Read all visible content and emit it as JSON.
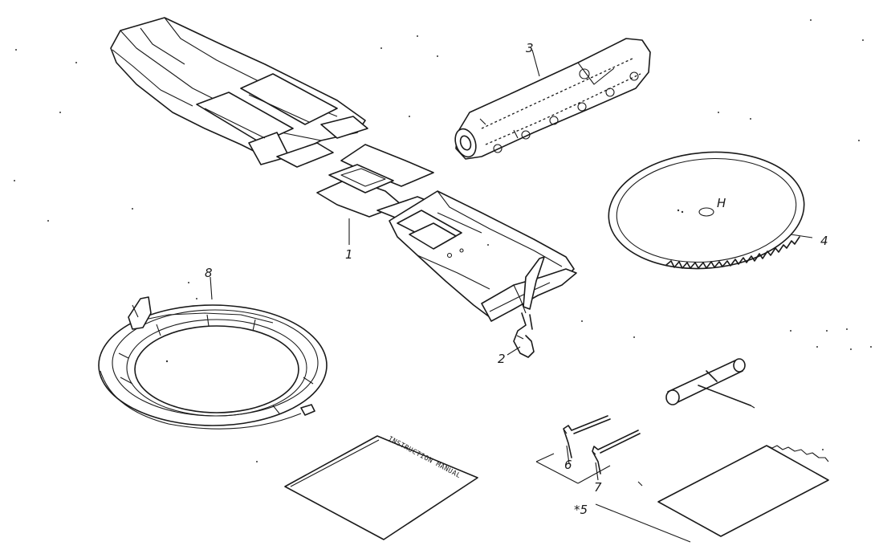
{
  "callouts": {
    "blade_holder_arm": "1",
    "hook": "2",
    "grip_handle": "3",
    "saw_blade": "4",
    "tool_set": "*5",
    "hex_key_small": "6",
    "hex_key_large": "7",
    "guard_ring": "8"
  },
  "manual": {
    "cover_text": "INSTRUCTION MANUAL"
  },
  "blade": {
    "hub_mark": "H"
  }
}
